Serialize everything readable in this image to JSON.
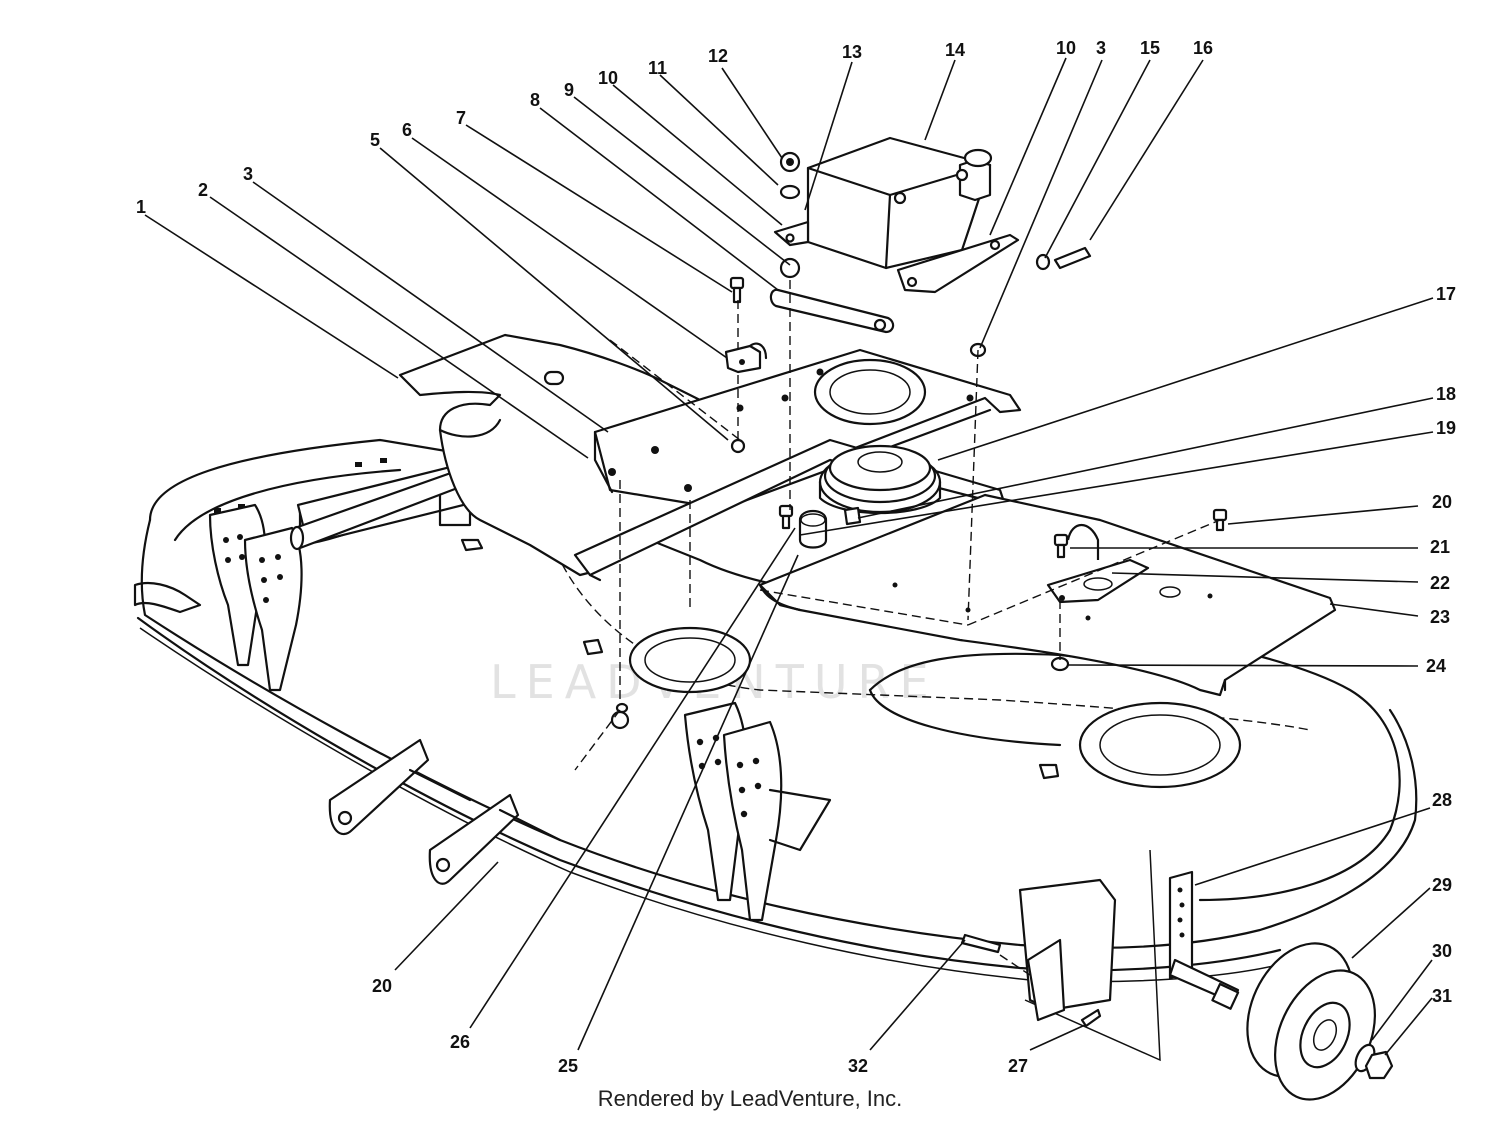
{
  "credit": "Rendered by LeadVenture, Inc.",
  "watermark": "LEADVENTURE",
  "callouts": [
    {
      "id": "c1",
      "label": "1"
    },
    {
      "id": "c2",
      "label": "2"
    },
    {
      "id": "c3a",
      "label": "3"
    },
    {
      "id": "c5",
      "label": "5"
    },
    {
      "id": "c6",
      "label": "6"
    },
    {
      "id": "c7",
      "label": "7"
    },
    {
      "id": "c8",
      "label": "8"
    },
    {
      "id": "c9",
      "label": "9"
    },
    {
      "id": "c10a",
      "label": "10"
    },
    {
      "id": "c11",
      "label": "11"
    },
    {
      "id": "c12",
      "label": "12"
    },
    {
      "id": "c13",
      "label": "13"
    },
    {
      "id": "c14",
      "label": "14"
    },
    {
      "id": "c10b",
      "label": "10"
    },
    {
      "id": "c3b",
      "label": "3"
    },
    {
      "id": "c15",
      "label": "15"
    },
    {
      "id": "c16",
      "label": "16"
    },
    {
      "id": "c17",
      "label": "17"
    },
    {
      "id": "c18",
      "label": "18"
    },
    {
      "id": "c19",
      "label": "19"
    },
    {
      "id": "c20a",
      "label": "20"
    },
    {
      "id": "c21",
      "label": "21"
    },
    {
      "id": "c22",
      "label": "22"
    },
    {
      "id": "c23",
      "label": "23"
    },
    {
      "id": "c24",
      "label": "24"
    },
    {
      "id": "c28",
      "label": "28"
    },
    {
      "id": "c29",
      "label": "29"
    },
    {
      "id": "c30",
      "label": "30"
    },
    {
      "id": "c31",
      "label": "31"
    },
    {
      "id": "c20b",
      "label": "20"
    },
    {
      "id": "c26",
      "label": "26"
    },
    {
      "id": "c25",
      "label": "25"
    },
    {
      "id": "c32",
      "label": "32"
    },
    {
      "id": "c27",
      "label": "27"
    }
  ]
}
